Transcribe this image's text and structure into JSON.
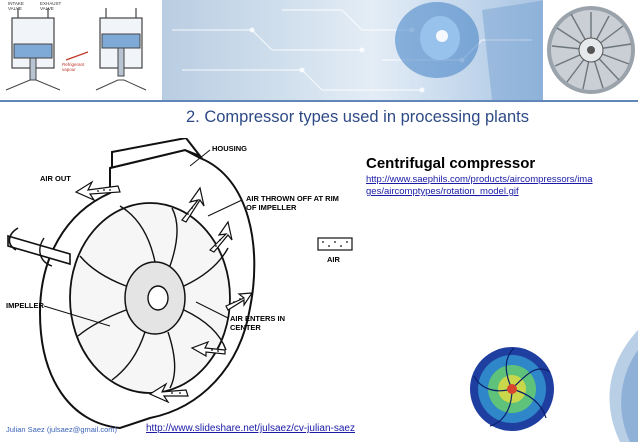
{
  "slide": {
    "title": "2. Compressor types used in processing plants",
    "subtitle": "Centrifugal compressor",
    "source_link": "http://www.saephils.com/products/aircompressors/images/aircomptypes/rotation_model.gif",
    "footer_author": "Julian Saez (julsaez@gmail.com)",
    "footer_link": "http://www.slideshare.net/julsaez/cv-julian-saez"
  },
  "banner_engine": {
    "intake_label": "INTAKE VALVE",
    "exhaust_label": "EXHAUST VALVE",
    "refrigerant_label": "Refrigerant vapour"
  },
  "diagram": {
    "labels": {
      "housing": "HOUSING",
      "air_out": "AIR OUT",
      "air_thrown_off": "AIR THROWN OFF AT RIM OF IMPELLER",
      "air_legend": "AIR",
      "impeller": "IMPELLER",
      "air_enters": "AIR ENTERS IN CENTER"
    }
  },
  "colors": {
    "title_blue": "#2e4a86",
    "link_blue": "#1a1aa6",
    "banner_line": "#5f88b8"
  }
}
